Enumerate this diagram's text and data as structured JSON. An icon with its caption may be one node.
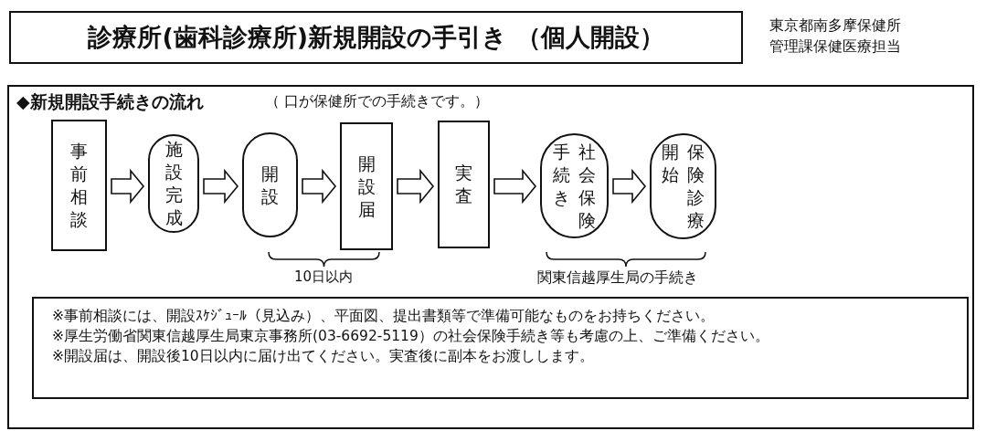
{
  "diagram": {
    "title": "診療所(歯科診療所)新規開設の手引き （個人開設）",
    "nodes": [
      {
        "text": [
          "◆新規開設手続きの流れ",
          "（ 口が保健所での手続きです。）"
        ]
      },
      {
        "text": [
          "事前相談"
        ],
        "in": 0
      },
      {
        "text": [
          "施設完成"
        ],
        "in": 0
      },
      {
        "text": [
          "開設"
        ],
        "in": 0
      },
      {
        "text": [
          "開設届"
        ],
        "in": 0
      },
      {
        "text": [
          "実査"
        ],
        "in": 0
      },
      {
        "text": [
          "社会保険手続き"
        ],
        "in": 0
      },
      {
        "text": [
          "保険診療開始"
        ],
        "in": 0
      },
      {
        "text": [
          "※事前相談には、開設ｽｹｼﾞｭｰﾙ（見込み）、平面図、提出書類等で準備可能なものをお持ちください。",
          "※厚生労働省関東信越厚生局東京事務所(03-6692-5119）の社会保険手続き等も考慮の上、ご準備ください。",
          "※開設届は、開設後10日以内に届け出てください。実査後に副本をお渡しします。"
        ],
        "in": 0
      }
    ],
    "edges": [
      {
        "from": 1,
        "to": 2,
        "arrow": "to"
      },
      {
        "from": 2,
        "to": 3,
        "arrow": "to"
      },
      {
        "from": 3,
        "to": 4,
        "arrow": "to"
      },
      {
        "from": 4,
        "to": 5,
        "arrow": "to"
      },
      {
        "from": 5,
        "to": 6,
        "arrow": "to"
      },
      {
        "from": 6,
        "to": 7,
        "arrow": "to"
      }
    ],
    "labels": [
      "東京都南多摩保健所管理課保健医療担当",
      "10日以内",
      "関東信越厚生局の手続き"
    ]
  }
}
